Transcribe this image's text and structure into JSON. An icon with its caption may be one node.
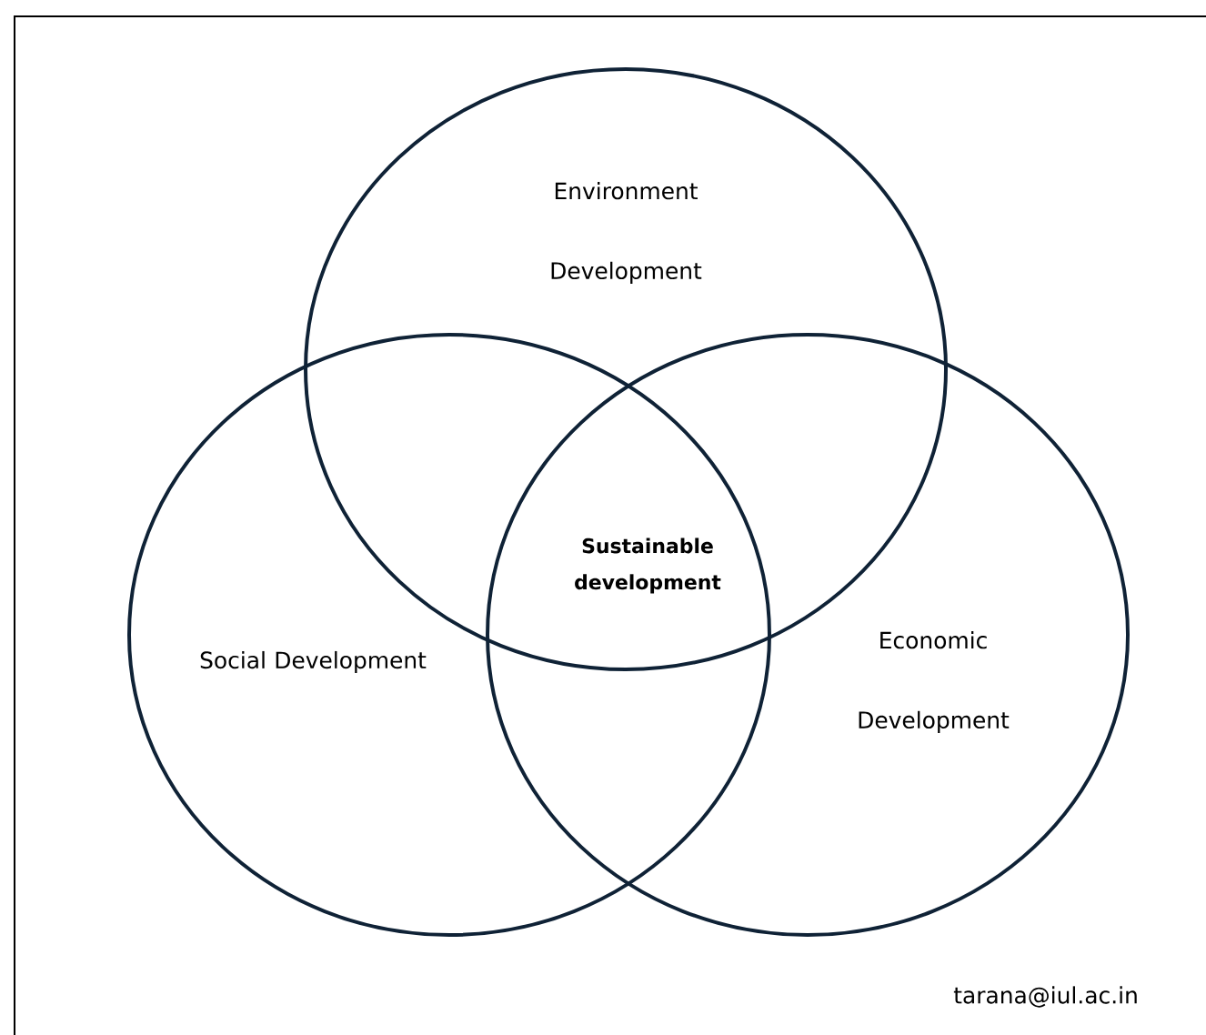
{
  "diagram": {
    "nodes": [
      {
        "text": [
          "Environment Development"
        ]
      },
      {
        "text": [
          "Social Development"
        ]
      },
      {
        "text": [
          "Economic Development"
        ]
      }
    ],
    "labels": [
      "Sustainable development",
      "tarana@iul.ac.in"
    ]
  }
}
